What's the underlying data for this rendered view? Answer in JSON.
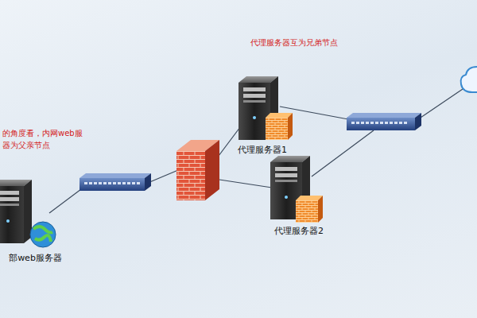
{
  "diagram": {
    "nodes": [
      {
        "text": [
          "部web服务器"
        ]
      },
      {
        "text": [
          "代理服务器1"
        ]
      },
      {
        "text": [
          "代理服务器2"
        ]
      }
    ],
    "labels": [
      "代理服务器互为兄弟节点",
      "的角度看，内网web服 器为父亲节点"
    ]
  }
}
